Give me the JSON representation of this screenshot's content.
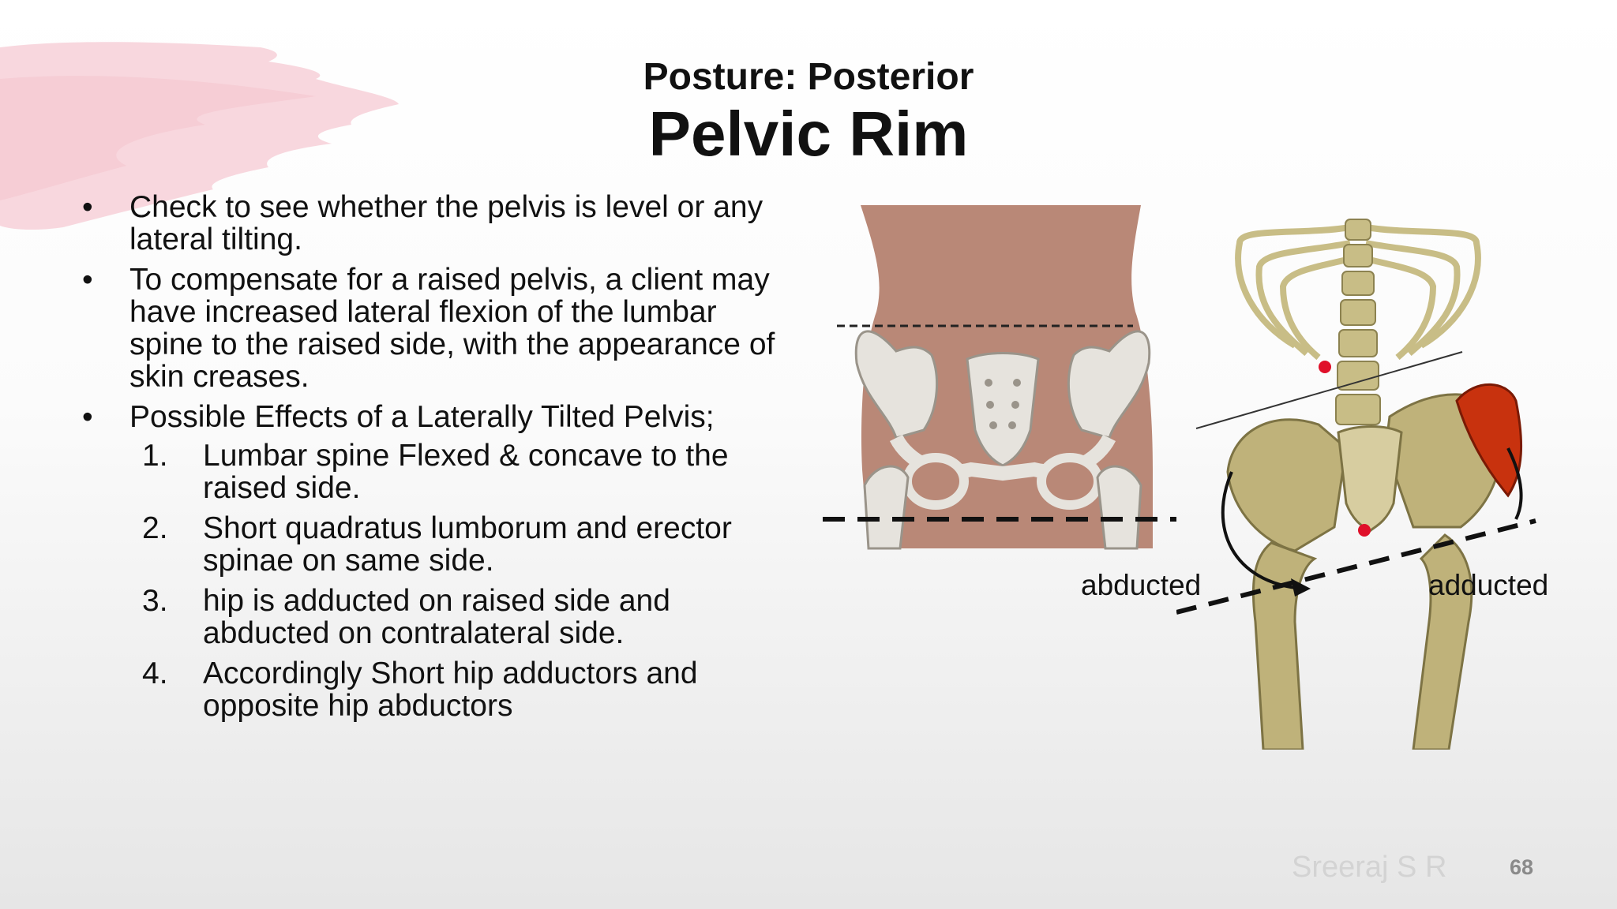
{
  "slide": {
    "subtitle": "Posture: Posterior",
    "title": "Pelvic Rim",
    "bullets": [
      "Check to see whether the pelvis is level or any lateral tilting.",
      "To compensate for a raised pelvis, a client may have increased lateral flexion of the lumbar spine to the raised side, with the appearance of skin creases.",
      "Possible Effects of a Laterally Tilted Pelvis;"
    ],
    "bullet_symbol": "•",
    "effects": [
      {
        "num": "1.",
        "text": "Lumbar spine Flexed & concave to the raised side."
      },
      {
        "num": "2.",
        "text": "Short quadratus lumborum and erector spinae on same side."
      },
      {
        "num": "3.",
        "text": "hip is adducted on raised side and abducted on contralateral side."
      },
      {
        "num": "4.",
        "text": "Accordingly Short hip adductors and opposite hip abductors"
      }
    ],
    "figure_labels": {
      "left": "abducted",
      "right": "adducted"
    },
    "author": "Sreeraj S R",
    "page_number": "68"
  },
  "colors": {
    "brush_pink": "#f6c9d3",
    "skin": "#b98877",
    "bone": "#e6e3dd",
    "skeleton_bone": "#c8bd86",
    "muscle_red": "#c8320e",
    "marker_red": "#e0102a",
    "author_gray": "#d3d3d3",
    "page_num_gray": "#8a8a8a"
  }
}
